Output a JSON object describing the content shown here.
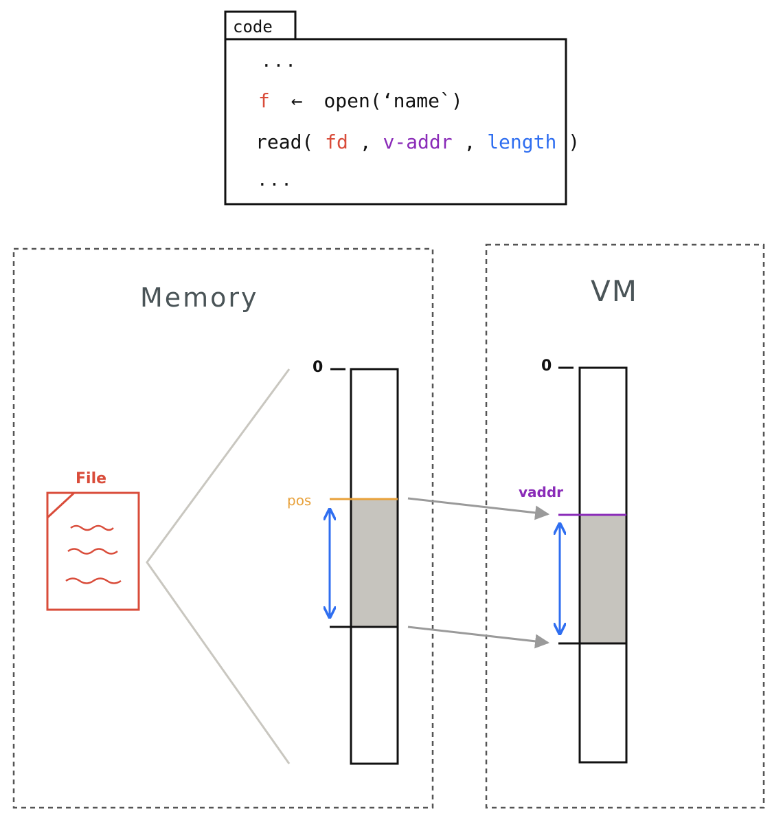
{
  "code_panel": {
    "tab_label": "code",
    "line1": "...",
    "line2": {
      "var": "f",
      "arrow": "←",
      "call": "open(‘name`)"
    },
    "line3": {
      "func": "read(",
      "arg1": "fd",
      "sep1": ",",
      "arg2": "v-addr",
      "sep2": ",",
      "arg3": "length",
      "close": ")"
    },
    "line4": "..."
  },
  "memory_panel": {
    "title": "Memory",
    "file_label": "File",
    "zero_label": "0",
    "pos_label": "pos"
  },
  "vm_panel": {
    "title": "VM",
    "zero_label": "0",
    "vaddr_label": "vaddr"
  },
  "colors": {
    "ink": "#111111",
    "red": "#d94c3a",
    "orange": "#e8a13a",
    "purple": "#8a2bb8",
    "blue": "#2f6ef0",
    "gray_fill": "#c6c4be",
    "gray_arrow": "#9a9a9a",
    "cone": "#c9c7c0",
    "dash": "#555555",
    "title_ink": "#4a5457"
  }
}
